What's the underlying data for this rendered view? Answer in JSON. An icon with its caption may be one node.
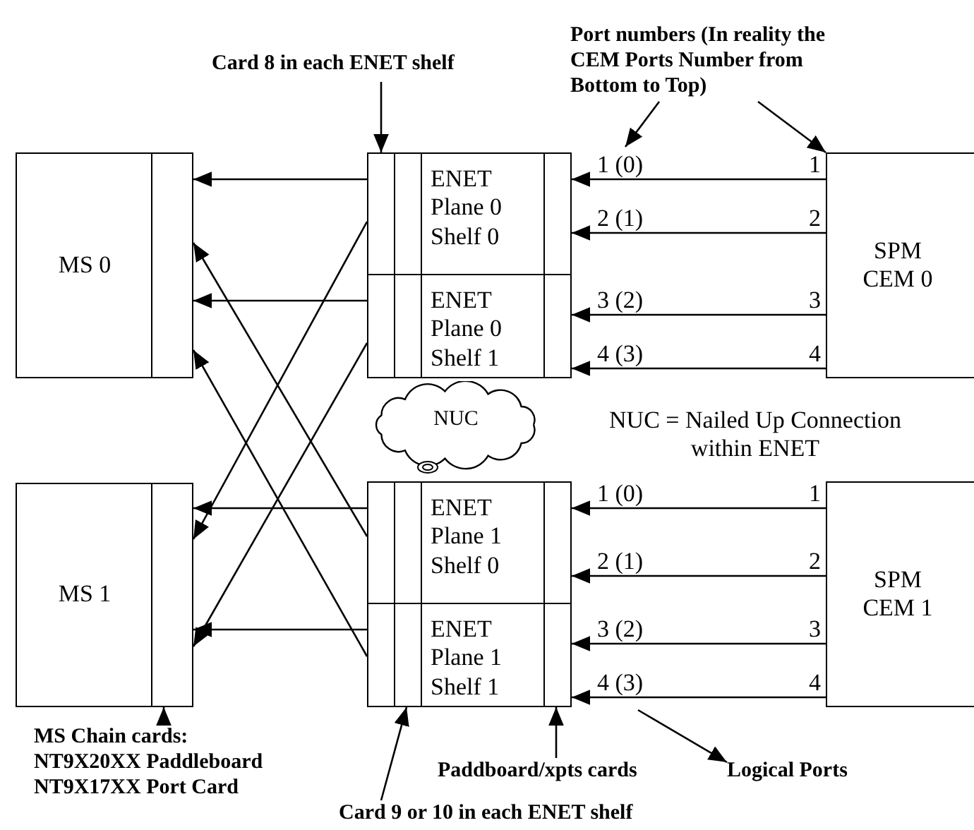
{
  "diagram": {
    "nodes": [
      {
        "text": [
          "MS 0"
        ]
      },
      {
        "text": [
          "MS 1"
        ]
      },
      {
        "text": [
          "ENET Plane 0 Shelf 0"
        ]
      },
      {
        "text": [
          "ENET Plane 0 Shelf 1"
        ]
      },
      {
        "text": [
          "ENET Plane 1 Shelf 0"
        ]
      },
      {
        "text": [
          "ENET Plane 1 Shelf 1"
        ]
      },
      {
        "text": [
          "SPM CEM 0"
        ]
      },
      {
        "text": [
          "SPM CEM 1"
        ]
      },
      {
        "text": [
          "NUC"
        ]
      },
      {
        "text": [
          "Card 8 in each ENET shelf"
        ]
      },
      {
        "text": [
          "Port numbers (In reality the CEM Ports Number from Bottom to Top)"
        ]
      },
      {
        "text": [
          "MS Chain cards: NT9X20XX Paddleboard NT9X17XX Port Card"
        ]
      },
      {
        "text": [
          "Card 9 or 10 in each ENET shelf"
        ]
      },
      {
        "text": [
          "Paddboard/xpts cards"
        ]
      },
      {
        "text": [
          "Logical Ports"
        ]
      }
    ],
    "edges": [
      {
        "from": 2,
        "to": 0,
        "arrow": "to"
      },
      {
        "from": 3,
        "to": 0,
        "arrow": "to"
      },
      {
        "from": 4,
        "to": 1,
        "arrow": "to"
      },
      {
        "from": 5,
        "to": 1,
        "arrow": "to"
      },
      {
        "from": 2,
        "to": 1,
        "arrow": "to"
      },
      {
        "from": 3,
        "to": 1,
        "arrow": "to"
      },
      {
        "from": 4,
        "to": 0,
        "arrow": "to"
      },
      {
        "from": 5,
        "to": 0,
        "arrow": "to"
      },
      {
        "from": 6,
        "to": 2,
        "arrow": "to",
        "label": "1 (0)"
      },
      {
        "from": 6,
        "to": 2,
        "arrow": "to",
        "label": "2 (1)"
      },
      {
        "from": 6,
        "to": 3,
        "arrow": "to",
        "label": "3 (2)"
      },
      {
        "from": 6,
        "to": 3,
        "arrow": "to",
        "label": "4 (3)"
      },
      {
        "from": 7,
        "to": 4,
        "arrow": "to",
        "label": "1 (0)"
      },
      {
        "from": 7,
        "to": 4,
        "arrow": "to",
        "label": "2 (1)"
      },
      {
        "from": 7,
        "to": 5,
        "arrow": "to",
        "label": "3 (2)"
      },
      {
        "from": 7,
        "to": 5,
        "arrow": "to",
        "label": "4 (3)"
      },
      {
        "from": 9,
        "to": 2,
        "arrow": "to"
      },
      {
        "from": 10,
        "to": null,
        "arrow": "to"
      },
      {
        "from": 10,
        "to": 6,
        "arrow": "to"
      },
      {
        "from": 11,
        "to": 1,
        "arrow": "to"
      },
      {
        "from": 12,
        "to": 5,
        "arrow": "to"
      },
      {
        "from": 13,
        "to": 5,
        "arrow": "to"
      },
      {
        "from": null,
        "to": 14,
        "arrow": "to"
      }
    ],
    "labels": [
      "1",
      "2",
      "3",
      "4",
      "NUC = Nailed Up Connection within ENET",
      "1",
      "2",
      "3",
      "4"
    ]
  }
}
